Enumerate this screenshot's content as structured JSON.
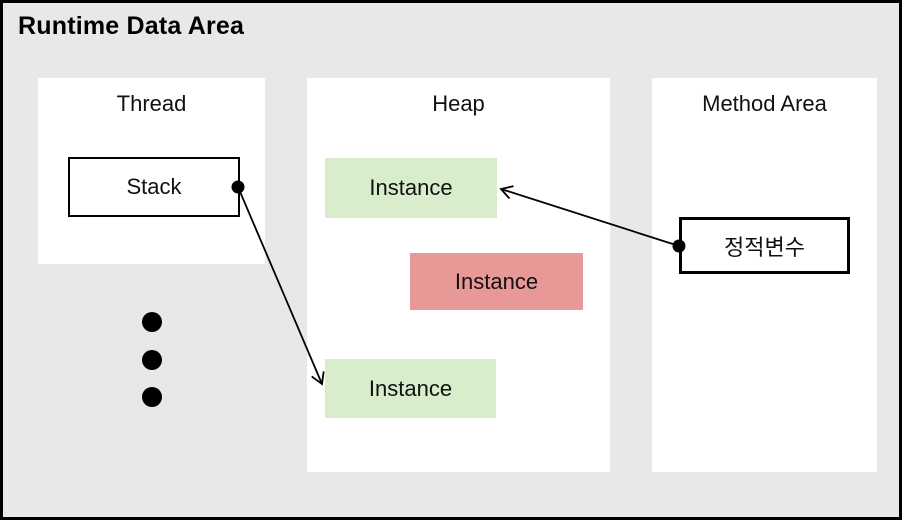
{
  "title": "Runtime Data Area",
  "colors": {
    "background": "#e8e8e8",
    "panel": "#ffffff",
    "instance_green": "#d7edcb",
    "instance_red": "#e89897",
    "line": "#000000"
  },
  "panels": {
    "thread": {
      "label": "Thread"
    },
    "heap": {
      "label": "Heap"
    },
    "method_area": {
      "label": "Method Area"
    }
  },
  "nodes": {
    "stack": {
      "label": "Stack"
    },
    "instance_top": {
      "label": "Instance",
      "color": "green"
    },
    "instance_middle": {
      "label": "Instance",
      "color": "red"
    },
    "instance_bottom": {
      "label": "Instance",
      "color": "green"
    },
    "static_variable": {
      "label": "정적변수"
    }
  },
  "connectors": [
    {
      "name": "stack-to-instance-bottom",
      "from": "stack",
      "to": "instance_bottom",
      "endpoint": "dot",
      "head": "open-arrow"
    },
    {
      "name": "static-variable-to-instance-top",
      "from": "static_variable",
      "to": "instance_top",
      "endpoint": "dot",
      "head": "open-arrow"
    }
  ],
  "ellipsis_dot_count": 3
}
